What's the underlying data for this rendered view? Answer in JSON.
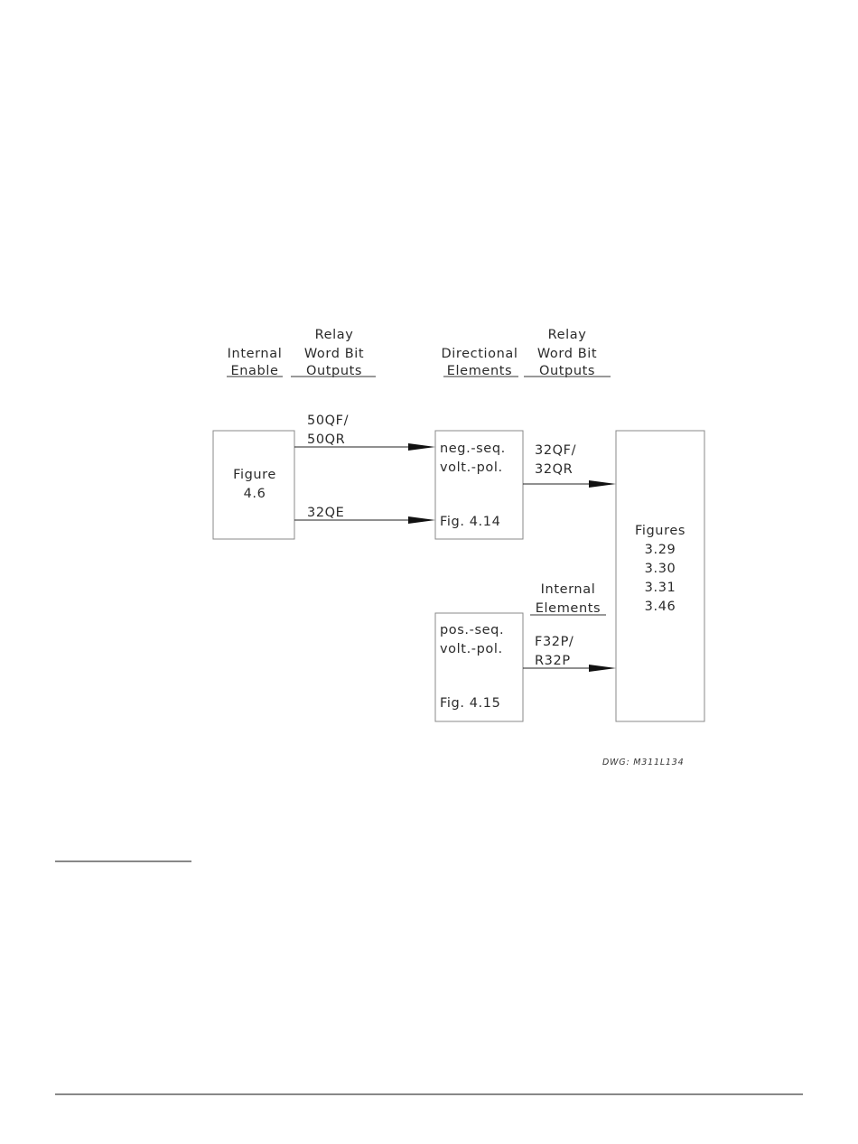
{
  "headers": {
    "col1_line1": "Internal",
    "col1_line2": "Enable",
    "col2_line1": "Relay",
    "col2_line2": "Word Bit",
    "col2_line3": "Outputs",
    "col3_line1": "Directional",
    "col3_line2": "Elements",
    "col4_line1": "Relay",
    "col4_line2": "Word Bit",
    "col4_line3": "Outputs",
    "internal_elements_line1": "Internal",
    "internal_elements_line2": "Elements"
  },
  "boxes": {
    "figure46": {
      "line1": "Figure",
      "line2": "4.6"
    },
    "neg_seq": {
      "line1": "neg.-seq.",
      "line2": "volt.-pol.",
      "line3": "Fig. 4.14"
    },
    "pos_seq": {
      "line1": "pos.-seq.",
      "line2": "volt.-pol.",
      "line3": "Fig. 4.15"
    },
    "figures": {
      "line1": "Figures",
      "line2": "3.29",
      "line3": "3.30",
      "line4": "3.31",
      "line5": "3.46"
    }
  },
  "signals": {
    "s50q_line1": "50QF/",
    "s50q_line2": "50QR",
    "s32qe": "32QE",
    "s32q_line1": "32QF/",
    "s32q_line2": "32QR",
    "s32p_line1": "F32P/",
    "s32p_line2": "R32P"
  },
  "drawing_number": "DWG: M311L134"
}
